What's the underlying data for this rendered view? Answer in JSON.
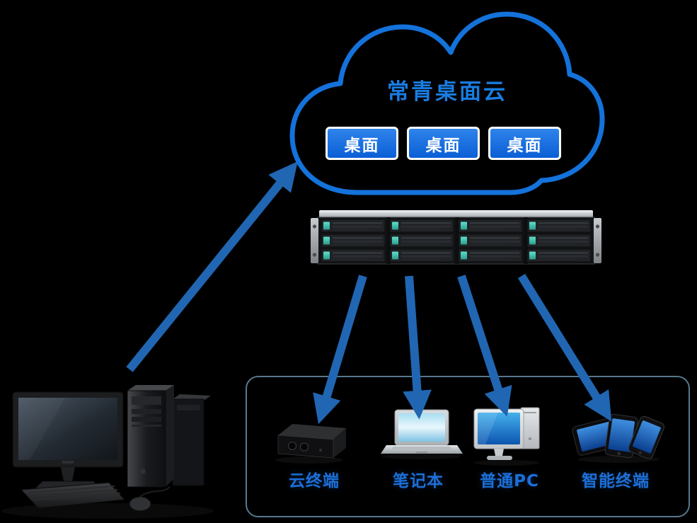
{
  "page": {
    "background": "#000000"
  },
  "cloud": {
    "title": "常青桌面云",
    "desktop_buttons": [
      {
        "label": "桌面"
      },
      {
        "label": "桌面"
      },
      {
        "label": "桌面"
      }
    ]
  },
  "server": {
    "icon": "rack-server-image"
  },
  "management_pc": {
    "icon": "desktop-workstation-image"
  },
  "terminal_panel": {
    "devices": [
      {
        "icon": "cloud-terminal-box-image",
        "label": "云终端"
      },
      {
        "icon": "laptop-image",
        "label": "笔记本"
      },
      {
        "icon": "desktop-pc-image",
        "label": "普通PC"
      },
      {
        "icon": "smartphones-image",
        "label": "智能终端"
      }
    ]
  },
  "colors": {
    "cloud_outline": "#1472db",
    "title_text": "#1a7ce0",
    "button_background": "#0a5fd6",
    "button_border": "#ffffff",
    "button_text": "#ffffff",
    "arrow": "#2166b2",
    "device_label": "#1d6fd8",
    "panel_border": "#57788e"
  }
}
